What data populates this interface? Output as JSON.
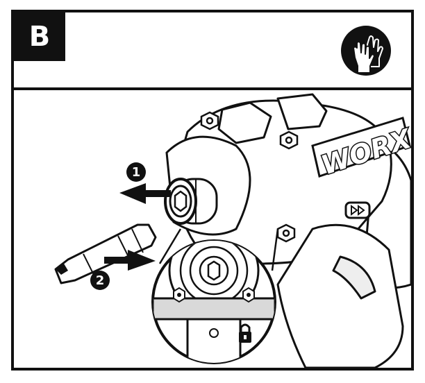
{
  "step_letter": "B",
  "badge_icon": "protective-gloves-icon",
  "brand": "WORX",
  "callouts": [
    {
      "number": "1",
      "action": "pull-collar-outward-arrow"
    },
    {
      "number": "2",
      "action": "insert-bit-arrow"
    }
  ],
  "lock_icon": "padlock-icon",
  "colors": {
    "ink": "#111111",
    "paper": "#ffffff",
    "shade": "#d9d9d9"
  }
}
